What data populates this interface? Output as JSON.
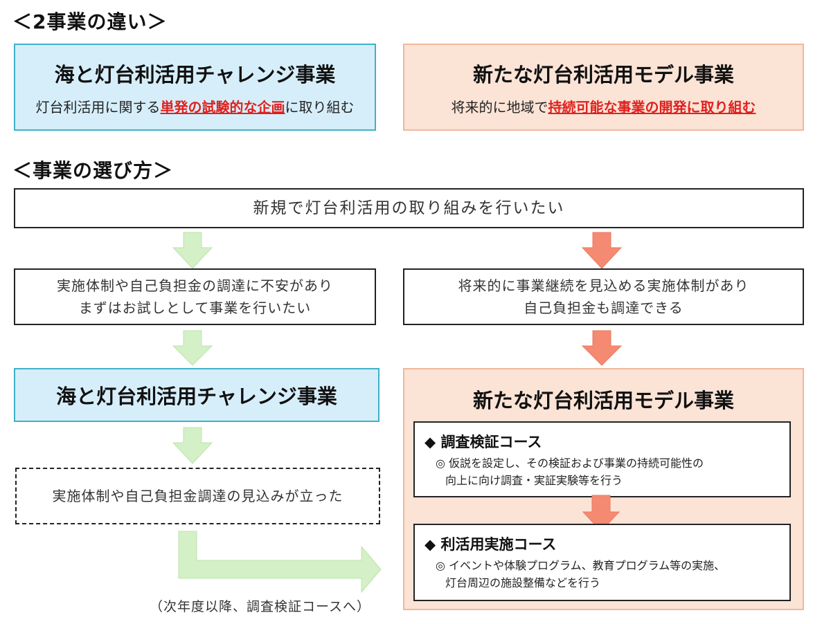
{
  "section1": {
    "heading": "＜2事業の違い＞",
    "left": {
      "title": "海と灯台利活用チャレンジ事業",
      "desc_pre": "灯台利活用に関する",
      "desc_highlight": "単発の試験的な企画",
      "desc_post": "に取り組む"
    },
    "right": {
      "title": "新たな灯台利活用モデル事業",
      "desc_pre": "将来的に地域で",
      "desc_highlight": "持続可能な事業の開発に取り組む"
    }
  },
  "section2": {
    "heading": "＜事業の選び方＞",
    "top_box": "新規で灯台利活用の取り組みを行いたい",
    "left_cond": {
      "line1": "実施体制や自己負担金の調達に不安があり",
      "line2": "まずはお試しとして事業を行いたい"
    },
    "right_cond": {
      "line1": "将来的に事業継続を見込める実施体制があり",
      "line2": "自己負担金も調達できる"
    },
    "left_result": "海と灯台利活用チャレンジ事業",
    "left_dashed": "実施体制や自己負担金調達の見込みが立った",
    "note": "（次年度以降、調査検証コースへ）",
    "right_result": {
      "title": "新たな灯台利活用モデル事業",
      "course1": {
        "title": "◆ 調査検証コース",
        "line1": "◎ 仮説を設定し、その検証および事業の持続可能性の",
        "line2": "向上に向け調査・実証実験等を行う"
      },
      "course2": {
        "title": "◆ 利活用実施コース",
        "line1": "◎ イベントや体験プログラム、教育プログラム等の実施、",
        "line2": "灯台周辺の施設整備などを行う"
      }
    }
  },
  "colors": {
    "blue_fill": "#d6eefa",
    "blue_border": "#3fb0c8",
    "salmon_fill": "#fbe3d6",
    "salmon_border": "#f2b79a",
    "green_arrow": "#d3f0c6",
    "red_arrow": "#f48a72",
    "highlight": "#e0201e"
  }
}
